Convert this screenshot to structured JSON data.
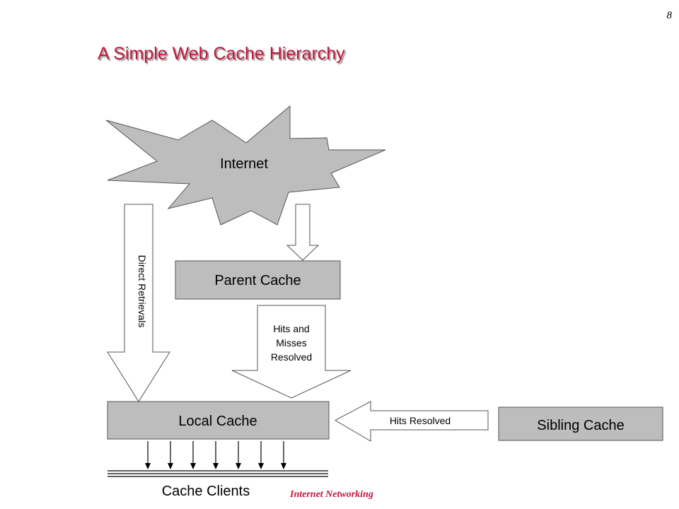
{
  "page_number": "8",
  "title": "A Simple Web Cache Hierarchy",
  "footer": "Internet  Networking",
  "nodes": {
    "internet": "Internet",
    "parent_cache": "Parent Cache",
    "local_cache": "Local Cache",
    "sibling_cache": "Sibling Cache",
    "cache_clients": "Cache Clients"
  },
  "arrows": {
    "direct_retrievals": "Direct Retrievals",
    "hits_and_misses_line1": "Hits and",
    "hits_and_misses_line2": "Misses",
    "hits_and_misses_line3": "Resolved",
    "hits_resolved": "Hits Resolved"
  },
  "colors": {
    "shape_fill": "#bdbdbd",
    "title": "#c0173a"
  }
}
